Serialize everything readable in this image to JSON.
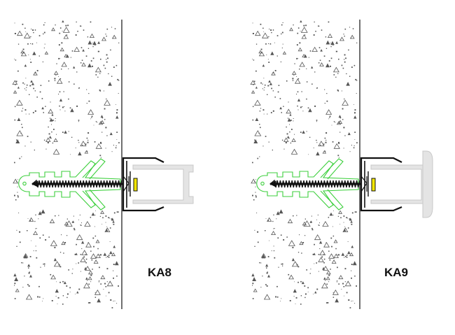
{
  "figures": [
    {
      "label": "KA8",
      "end_cap": false
    },
    {
      "label": "KA9",
      "end_cap": true
    }
  ],
  "colors": {
    "wall_line": "#333333",
    "concrete_speckle": "#555555",
    "anchor_outline": "#3ccf3c",
    "screw": "#111111",
    "profile_outline": "#111111",
    "insert_fill": "#e4e4e4",
    "insert_stroke": "#c8c8c8",
    "led": "#f2e600"
  },
  "icons": {
    "wall": "concrete-wall-section",
    "anchor": "wall-plug-anchor-icon",
    "screw": "screw-icon",
    "profile": "mounting-profile-icon"
  }
}
